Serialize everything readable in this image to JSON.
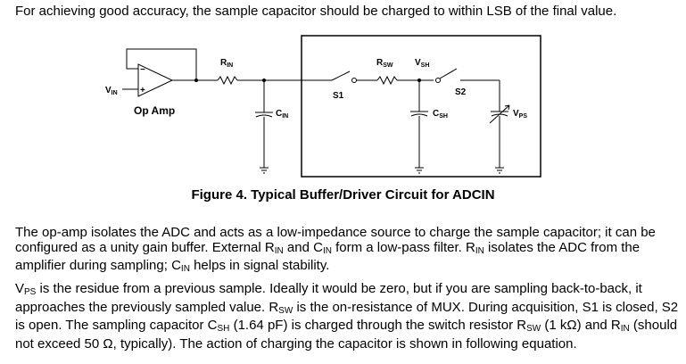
{
  "intro": "For achieving good accuracy, the sample capacitor should be charged to within LSB of the final value.",
  "figure": {
    "caption": "Figure 4. Typical Buffer/Driver Circuit for ADCIN",
    "labels": {
      "vin_main": "V",
      "vin_sub": "IN",
      "opamp": "Op Amp",
      "rin_main": "R",
      "rin_sub": "IN",
      "cin_main": "C",
      "cin_sub": "IN",
      "rsw_main": "R",
      "rsw_sub": "SW",
      "vsh_main": "V",
      "vsh_sub": "SH",
      "s1": "S1",
      "s2": "S2",
      "csh_main": "C",
      "csh_sub": "SH",
      "vps_main": "V",
      "vps_sub": "PS",
      "plus": "+",
      "minus": "−"
    }
  },
  "para1": {
    "t1": "The op-amp isolates the ADC and acts as a low-impedance source to charge the sample capacitor; it can be configured as a unity gain buffer. External R",
    "s1": "IN",
    "t2": " and C",
    "s2": "IN",
    "t3": " form a low-pass filter. R",
    "s3": "IN",
    "t4": " isolates the ADC from the amplifier during sampling; C",
    "s4": "IN",
    "t5": " helps in signal stability."
  },
  "para2": {
    "t1": "V",
    "s1": "PS",
    "t2": " is the residue from a previous sample. Ideally it would be zero, but if you are sampling back-to-back, it approaches the previously sampled value. R",
    "s2": "SW",
    "t3": " is the on-resistance of MUX. During acquisition, S1 is closed, S2 is open. The sampling capacitor C",
    "s3": "SH",
    "t4": " (1.64 pF) is charged through the switch resistor R",
    "s4": "SW",
    "t5": " (1 kΩ) and R",
    "s5": "IN",
    "t6": " (should not exceed 50 Ω, typically). The action of charging the capacitor is shown in following equation."
  }
}
